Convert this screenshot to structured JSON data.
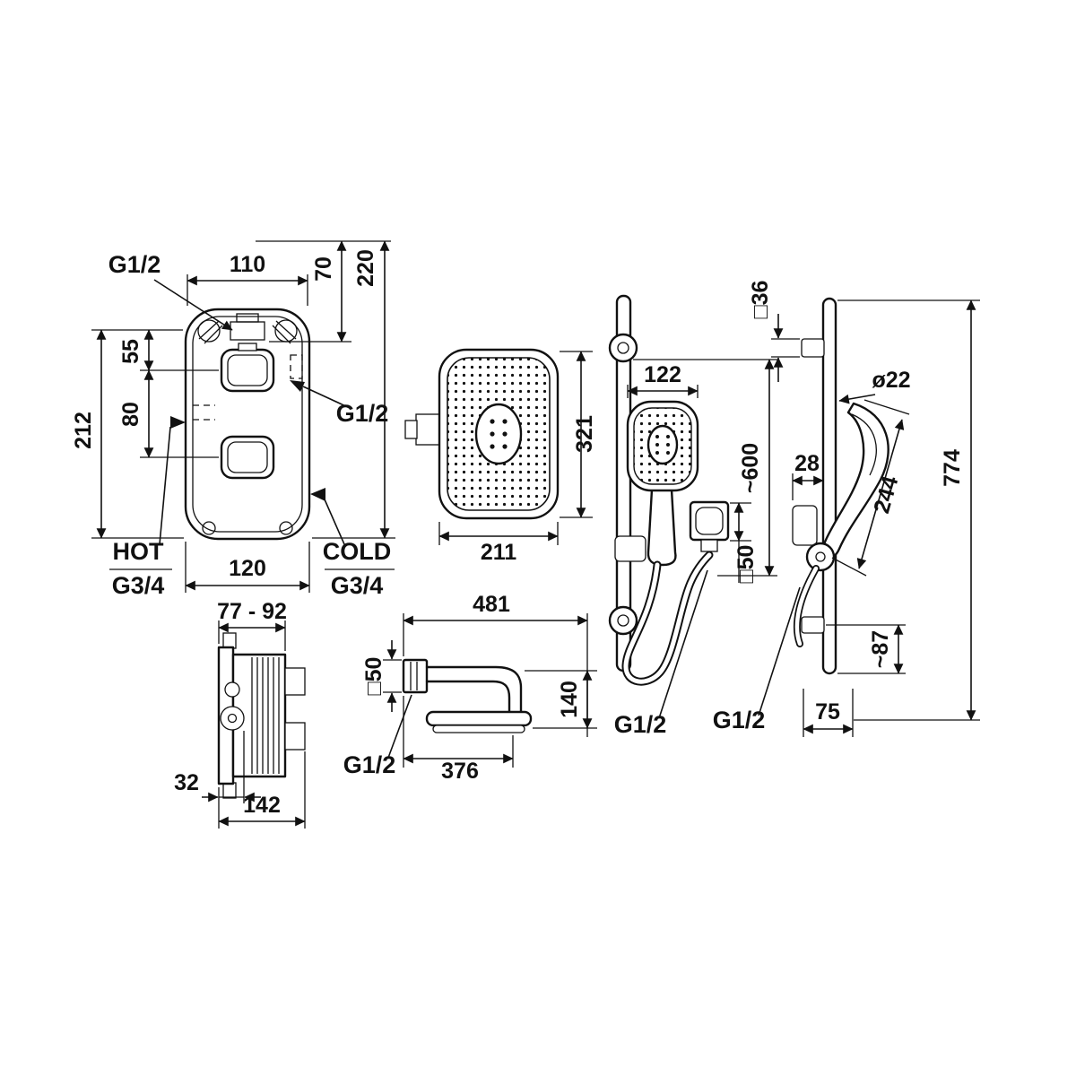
{
  "meta": {
    "background": "#ffffff",
    "ink": "#111111",
    "description": "Shower set installation dimension drawing (concealed thermostatic mixer, overhead shower arm, hand shower slide rail)"
  },
  "labels": {
    "mixer": {
      "g12_top": "G1/2",
      "g12_right": "G1/2",
      "w110": "110",
      "h70": "70",
      "h220": "220",
      "h55": "55",
      "h80": "80",
      "h212": "212",
      "w120": "120",
      "hot": "HOT",
      "hot_thread": "G3/4",
      "cold": "COLD",
      "cold_thread": "G3/4"
    },
    "head_front": {
      "h321": "321",
      "w211": "211"
    },
    "rail_front": {
      "w122": "122",
      "h600": "~600",
      "sq50": "□50",
      "g12": "G1/2"
    },
    "rail_side": {
      "sq36": "□36",
      "d22": "ø22",
      "w28": "28",
      "l244": "244",
      "h774": "774",
      "h87": "~87",
      "w75": "75",
      "g12": "G1/2"
    },
    "valve_side": {
      "depth_range": "77 - 92",
      "d32": "32",
      "w142": "142"
    },
    "arm_side": {
      "w481": "481",
      "sq50": "□50",
      "h140": "140",
      "g12": "G1/2",
      "l376": "376"
    }
  }
}
